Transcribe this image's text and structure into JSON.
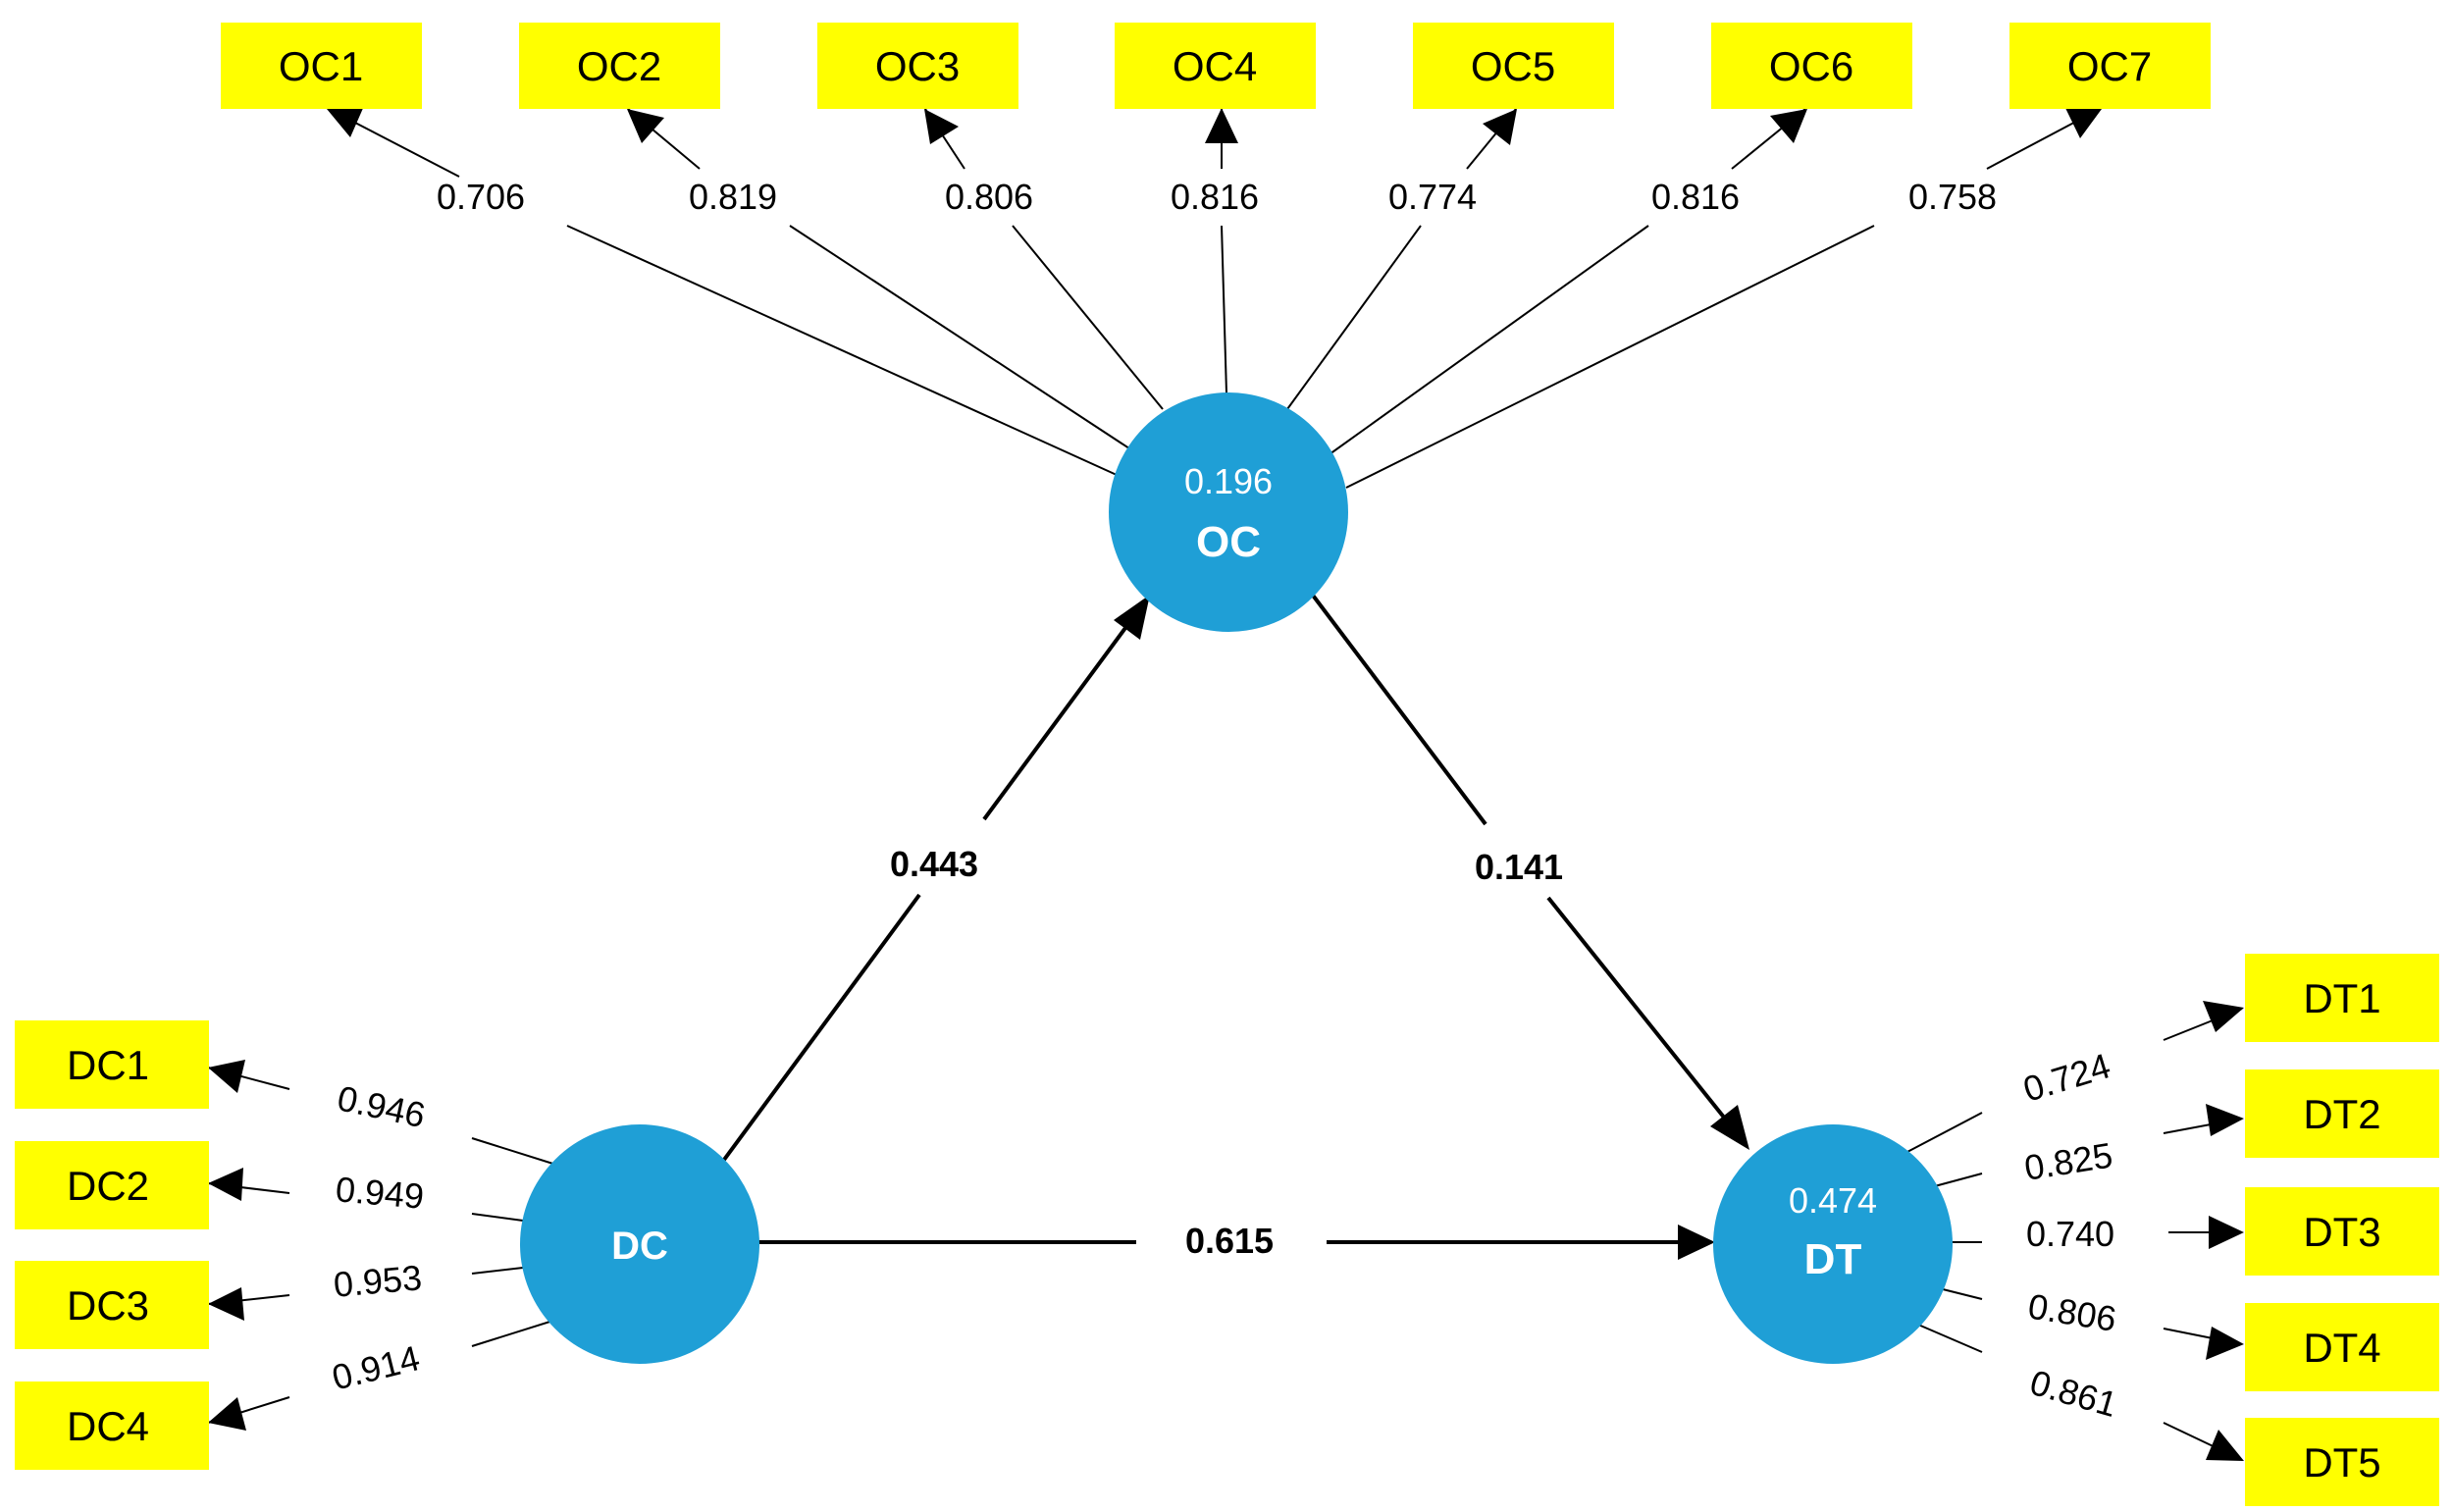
{
  "colors": {
    "indicator_fill": "#ffff00",
    "latent_fill": "#1f9fd6",
    "line": "#000000"
  },
  "latents": {
    "oc": {
      "name": "OC",
      "r2": "0.196"
    },
    "dc": {
      "name": "DC"
    },
    "dt": {
      "name": "DT",
      "r2": "0.474"
    }
  },
  "paths": {
    "dc_oc": "0.443",
    "oc_dt": "0.141",
    "dc_dt": "0.615"
  },
  "oc_indicators": [
    {
      "label": "OC1",
      "loading": "0.706"
    },
    {
      "label": "OC2",
      "loading": "0.819"
    },
    {
      "label": "OC3",
      "loading": "0.806"
    },
    {
      "label": "OC4",
      "loading": "0.816"
    },
    {
      "label": "OC5",
      "loading": "0.774"
    },
    {
      "label": "OC6",
      "loading": "0.816"
    },
    {
      "label": "OC7",
      "loading": "0.758"
    }
  ],
  "dc_indicators": [
    {
      "label": "DC1",
      "loading": "0.946"
    },
    {
      "label": "DC2",
      "loading": "0.949"
    },
    {
      "label": "DC3",
      "loading": "0.953"
    },
    {
      "label": "DC4",
      "loading": "0.914"
    }
  ],
  "dt_indicators": [
    {
      "label": "DT1",
      "loading": "0.724"
    },
    {
      "label": "DT2",
      "loading": "0.825"
    },
    {
      "label": "DT3",
      "loading": "0.740"
    },
    {
      "label": "DT4",
      "loading": "0.806"
    },
    {
      "label": "DT5",
      "loading": "0.861"
    }
  ]
}
